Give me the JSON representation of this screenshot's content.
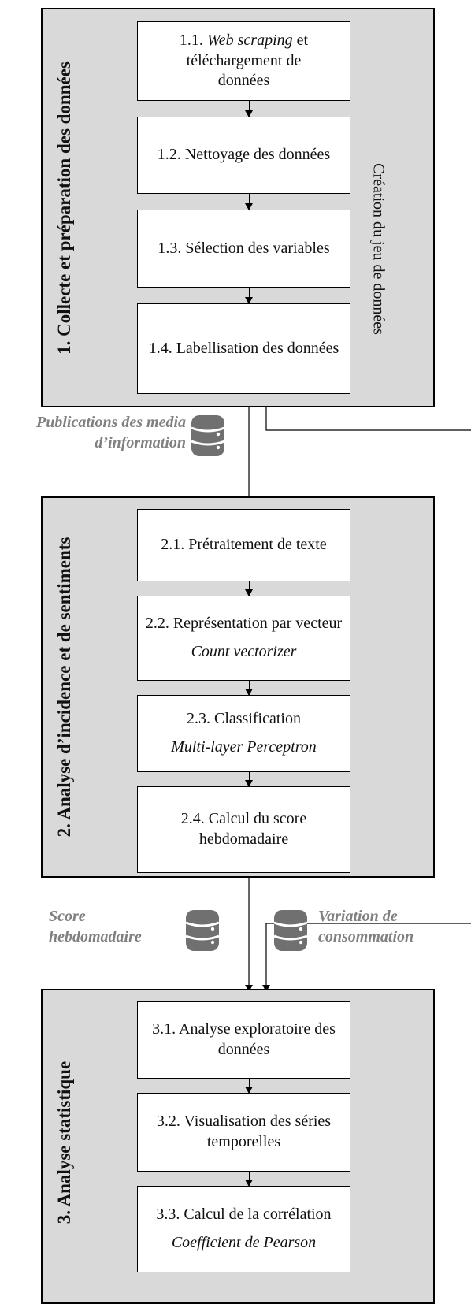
{
  "sections": [
    {
      "title": "1. Collecte et préparation des données"
    },
    {
      "title": "2. Analyse d’incidence et de sentiments"
    },
    {
      "title": "3. Analyse statistique"
    }
  ],
  "steps": {
    "s1_1": {
      "number": "1.1.",
      "italic": "Web scraping",
      "rest": " et",
      "line2": "téléchargement  de",
      "line3": "données"
    },
    "s1_2": {
      "text": "1.2. Nettoyage des données"
    },
    "s1_3": {
      "text": "1.3. Sélection des variables"
    },
    "s1_4": {
      "text": "1.4. Labellisation des données"
    },
    "s2_1": {
      "text": "2.1. Prétraitement de texte"
    },
    "s2_2": {
      "text": "2.2. Représentation par vecteur",
      "sub": "Count vectorizer"
    },
    "s2_3": {
      "text": "2.3. Classification",
      "sub": "Multi-layer Perceptron"
    },
    "s2_4": {
      "text": "2.4. Calcul du score hebdomadaire"
    },
    "s3_1": {
      "text": "3.1. Analyse exploratoire des données"
    },
    "s3_2": {
      "text": "3.2. Visualisation des séries temporelles"
    },
    "s3_3": {
      "text": "3.3. Calcul de la corrélation",
      "sub": "Coefficient de Pearson"
    }
  },
  "bracket_label": "Création du jeu de données",
  "data_labels": {
    "publications": [
      "Publications des media",
      "d’information"
    ],
    "score": [
      "Score",
      "hebdomadaire"
    ],
    "variation": [
      "Variation de",
      "consommation"
    ]
  },
  "icons": [
    "database-icon",
    "database-icon",
    "database-icon"
  ]
}
